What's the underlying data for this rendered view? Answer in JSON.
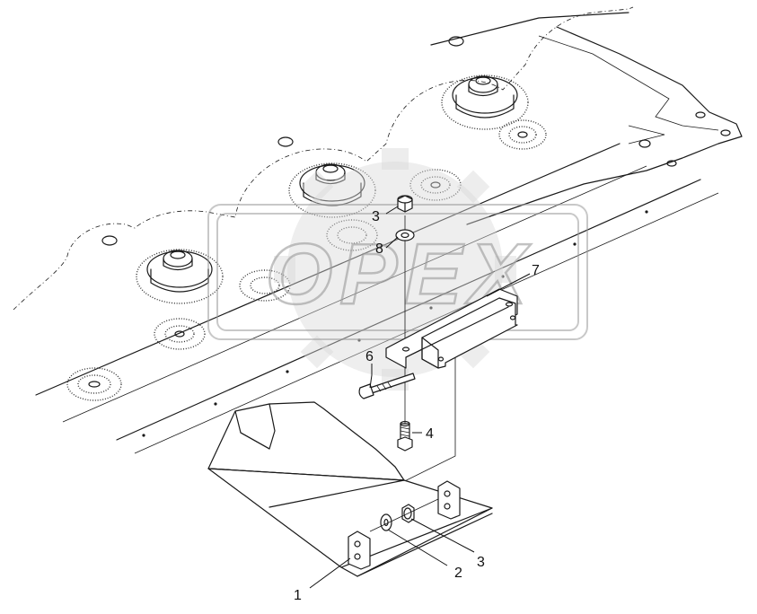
{
  "watermark": {
    "text": "OPEX"
  },
  "callouts": [
    {
      "id": "callout-1-guard",
      "label": "1"
    },
    {
      "id": "callout-2-washer",
      "label": "2"
    },
    {
      "id": "callout-3-nut-lower",
      "label": "3"
    },
    {
      "id": "callout-3-nut-upper",
      "label": "3"
    },
    {
      "id": "callout-4-bolt",
      "label": "4"
    },
    {
      "id": "callout-6-bolt",
      "label": "6"
    },
    {
      "id": "callout-7-bracket",
      "label": "7"
    },
    {
      "id": "callout-8-washer",
      "label": "8"
    }
  ]
}
